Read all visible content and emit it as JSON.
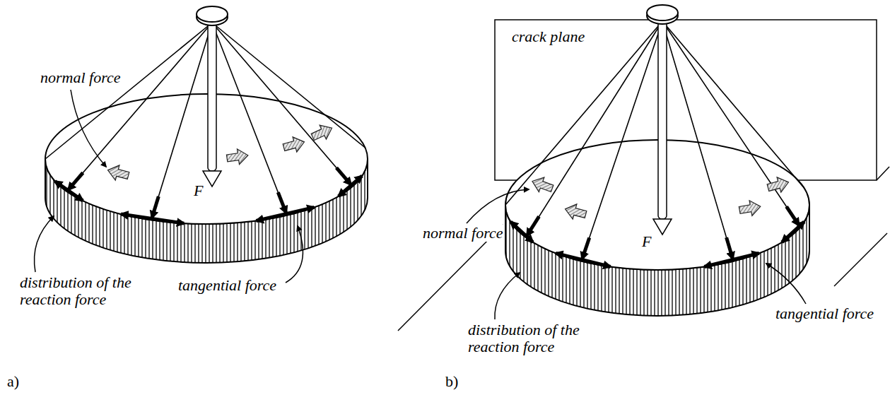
{
  "diagram": {
    "labels": [
      "normal force",
      "F",
      "tangential force",
      "distribution of the reaction force",
      "a)",
      "crack plane",
      "normal force",
      "F",
      "tangential force",
      "distribution of the reaction force",
      "b)"
    ]
  }
}
